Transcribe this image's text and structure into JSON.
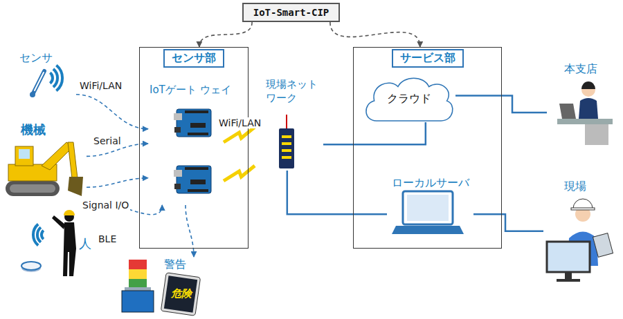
{
  "diagram": {
    "nodes": [
      {
        "text": [
          "IoT-Smart-CIP"
        ]
      },
      {
        "text": [
          "センサ部"
        ]
      },
      {
        "text": [
          "IoTゲート ウェイ"
        ],
        "in": 1
      },
      {
        "text": [
          "サービス部"
        ]
      },
      {
        "text": [
          "クラウド"
        ],
        "in": 3
      },
      {
        "text": [
          "ローカルサーバ"
        ],
        "in": 3
      },
      {
        "text": [
          "現場ネット ワーク"
        ]
      },
      {
        "text": [
          "センサ"
        ]
      },
      {
        "text": [
          "機械"
        ]
      },
      {
        "text": [
          "人"
        ]
      },
      {
        "text": [
          "本支店"
        ]
      },
      {
        "text": [
          "現場"
        ]
      },
      {
        "text": [
          "警告",
          "危険"
        ]
      }
    ],
    "edges": [
      {
        "from": 0,
        "to": 1,
        "arrow": "to"
      },
      {
        "from": 0,
        "to": 3,
        "arrow": "to"
      },
      {
        "from": 7,
        "to": 2,
        "label": "WiFi/LAN",
        "arrow": "to"
      },
      {
        "from": 8,
        "to": 2,
        "label": "Serial",
        "arrow": "to"
      },
      {
        "from": 8,
        "to": 2,
        "label": "Signal I/O",
        "arrow": "to"
      },
      {
        "from": 9,
        "to": 2,
        "label": "BLE",
        "arrow": "to"
      },
      {
        "from": 2,
        "to": 12,
        "arrow": "to"
      },
      {
        "from": 2,
        "to": 6,
        "label": "WiFi/LAN",
        "arrow": "none"
      },
      {
        "from": 6,
        "to": 4,
        "arrow": "none"
      },
      {
        "from": 6,
        "to": 5,
        "arrow": "none"
      },
      {
        "from": 4,
        "to": 10,
        "arrow": "none"
      },
      {
        "from": 5,
        "to": 11,
        "arrow": "none"
      }
    ]
  }
}
